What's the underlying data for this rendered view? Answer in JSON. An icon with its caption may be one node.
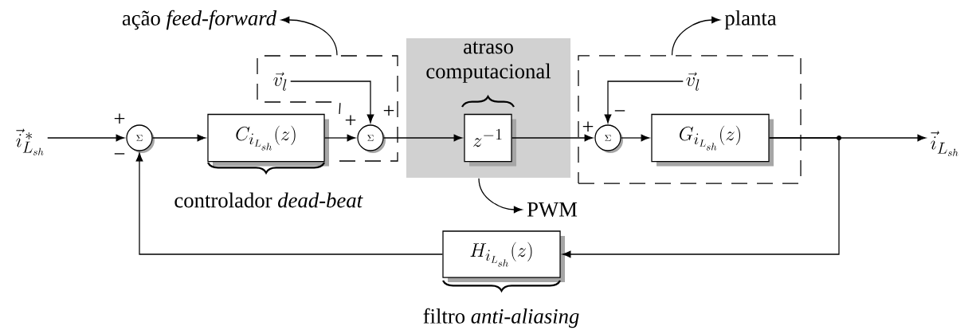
{
  "diagram": {
    "nodes": [
      {
        "text": [
          "\\vec{i}^{\\,*}_{L_{sh}}"
        ]
      },
      {
        "text": [
          "\\Sigma"
        ]
      },
      {
        "text": [
          "C_{i_{L_{sh}}}(z)"
        ],
        "beside": [
          "controlador *dead-beat*"
        ]
      },
      {
        "text": [],
        "shape": "box"
      },
      {
        "text": [
          "\\vec{v}_l"
        ],
        "in": 3
      },
      {
        "text": [
          "\\Sigma"
        ],
        "in": 3
      },
      {
        "text": [
          "atraso computacional"
        ]
      },
      {
        "text": [
          "z^{-1}"
        ],
        "in": 6
      },
      {
        "text": [],
        "shape": "box"
      },
      {
        "text": [
          "\\vec{v}_l"
        ],
        "in": 8
      },
      {
        "text": [
          "\\Sigma"
        ],
        "in": 8
      },
      {
        "text": [
          "G_{i_{L_{sh}}}(z)"
        ],
        "in": 8
      },
      {
        "text": [
          "\\vec{i}_{L_{sh}}"
        ]
      },
      {
        "text": [
          "H_{i_{L_{sh}}}(z)"
        ],
        "beside": [
          "filtro *anti-aliasing*"
        ]
      },
      {
        "text": [
          "ação *feed-forward*"
        ]
      },
      {
        "text": [
          "planta"
        ]
      },
      {
        "text": [
          "PWM"
        ]
      }
    ],
    "edges": [
      {
        "from": 0,
        "to": 1,
        "arrow": "to"
      },
      {
        "from": 1,
        "to": 2,
        "arrow": "to"
      },
      {
        "from": 2,
        "to": 5,
        "arrow": "to"
      },
      {
        "from": 4,
        "to": 5,
        "arrow": "to"
      },
      {
        "from": 5,
        "to": 7,
        "arrow": "to"
      },
      {
        "from": 7,
        "to": 10,
        "arrow": "to"
      },
      {
        "from": 9,
        "to": 10,
        "arrow": "to"
      },
      {
        "from": 10,
        "to": 11,
        "arrow": "to"
      },
      {
        "from": 11,
        "to": 12,
        "arrow": "to"
      },
      {
        "from": 11,
        "to": 13,
        "arrow": "to"
      },
      {
        "from": 13,
        "to": 1,
        "arrow": "to"
      },
      {
        "from": 3,
        "to": 14,
        "arrow": "to"
      },
      {
        "from": 8,
        "to": 15,
        "arrow": "to"
      },
      {
        "from": 6,
        "to": 16,
        "arrow": "to"
      }
    ],
    "labels": [
      "+",
      "−",
      "+",
      "+",
      "+",
      "−"
    ]
  }
}
